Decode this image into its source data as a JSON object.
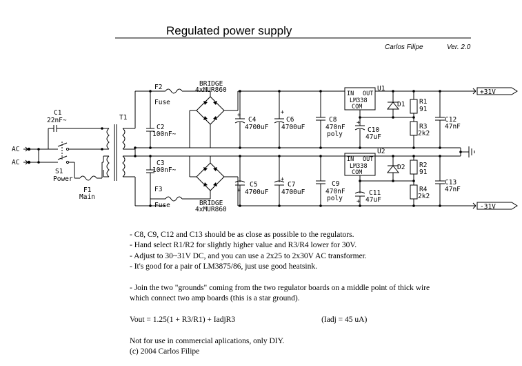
{
  "title": "Regulated power supply",
  "author": "Carlos Filipe",
  "version": "Ver. 2.0",
  "labels": {
    "ac1": "AC",
    "ac2": "AC",
    "c1": "C1",
    "c1v": "22nF~",
    "s1": "S1",
    "s1v": "Power",
    "f1": "F1",
    "f1v": "Main",
    "t1": "T1",
    "c2": "C2",
    "c2v": "100nF~",
    "c3": "C3",
    "c3v": "100nF~",
    "f2": "F2",
    "f2v": "Fuse",
    "f3": "F3",
    "f3v": "Fuse",
    "bridge_top": "BRIDGE",
    "bridge_top_v": "4xMUR860",
    "bridge_bot": "BRIDGE",
    "bridge_bot_v": "4xMUR860",
    "c4": "C4",
    "c4v": "4700uF",
    "c5": "C5",
    "c5v": "4700uF",
    "c6": "C6",
    "c6v": "4700uF",
    "c7": "C7",
    "c7v": "4700uF",
    "c8": "C8",
    "c8v": "470nF",
    "c8p": "poly",
    "c9": "C9",
    "c9v": "470nF",
    "c9p": "poly",
    "u1": "U1",
    "u2": "U2",
    "reg_in": "IN",
    "reg_out": "OUT",
    "reg_name": "LM338",
    "reg_com": "COM",
    "d1": "D1",
    "d2": "D2",
    "c10": "C10",
    "c10v": "47uF",
    "c11": "C11",
    "c11v": "47uF",
    "r1": "R1",
    "r1v": "91",
    "r2": "R2",
    "r2v": "91",
    "r3": "R3",
    "r3v": "2k2",
    "r4": "R4",
    "r4v": "2k2",
    "c12": "C12",
    "c12v": "47nF",
    "c13": "C13",
    "c13v": "47nF",
    "out_pos": "+31V",
    "out_neg": "-31V"
  },
  "notes": [
    "- C8, C9, C12 and C13 should be as close as possible to the regulators.",
    "- Hand select R1/R2 for slightly higher value and R3/R4 lower for 30V.",
    "- Adjust to 30~31V DC, and you can use a 2x25 to 2x30V AC transformer.",
    "- It's good for a pair of LM3875/86, just use good heatsink.",
    "",
    "- Join the two \"grounds\" coming from the two regulator boards on a middle point of thick wire",
    "which connect two amp boards (this is a star ground).",
    "",
    "Vout = 1.25(1 + R3/R1) + IadjR3",
    "Not for use in commercial aplications, only DIY.",
    "(c) 2004 Carlos Filipe"
  ],
  "iadj": "(Iadj = 45 uA)"
}
